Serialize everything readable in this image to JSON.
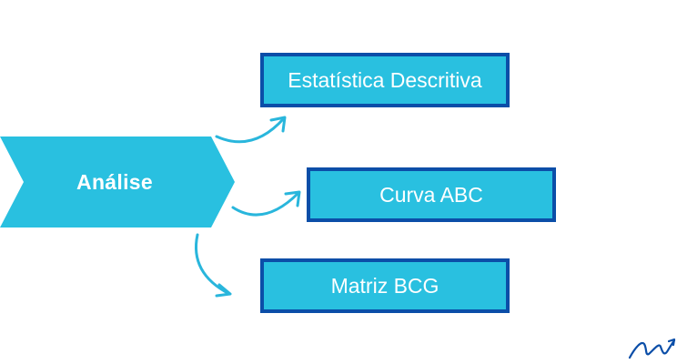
{
  "diagram": {
    "root": {
      "label": "Análise"
    },
    "branches": [
      {
        "label": "Estatística Descritiva"
      },
      {
        "label": "Curva ABC"
      },
      {
        "label": "Matriz BCG"
      }
    ]
  },
  "colors": {
    "shape_fill": "#29c0e0",
    "box_border": "#0b4ea8",
    "arrow": "#29b6dc",
    "logo": "#0b4ea8",
    "text": "#ffffff",
    "background": "#ffffff"
  },
  "icons": {
    "logo": "scribble-logo-icon"
  }
}
